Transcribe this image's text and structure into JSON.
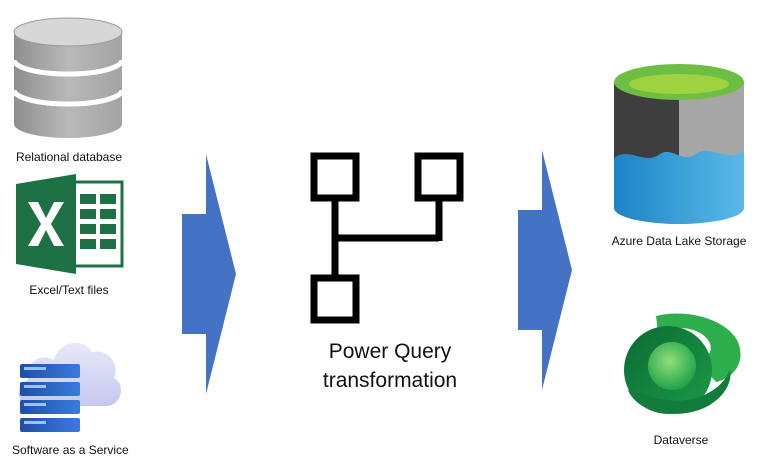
{
  "sources": [
    {
      "label": "Relational database",
      "icon": "database-icon"
    },
    {
      "label": "Excel/Text files",
      "icon": "excel-icon"
    },
    {
      "label": "Software as a Service",
      "icon": "saas-cloud-icon"
    }
  ],
  "transform": {
    "line1": "Power Query",
    "line2": "transformation",
    "icon": "power-query-icon"
  },
  "destinations": [
    {
      "label": "Azure Data Lake Storage",
      "icon": "azure-data-lake-icon"
    },
    {
      "label": "Dataverse",
      "icon": "dataverse-icon"
    }
  ],
  "colors": {
    "arrow": "#4472c4",
    "excel_green": "#1e7145",
    "lake_top": "#7cc242",
    "lake_water": "#3ba0d6",
    "dataverse_green": "#1c8a3c"
  }
}
